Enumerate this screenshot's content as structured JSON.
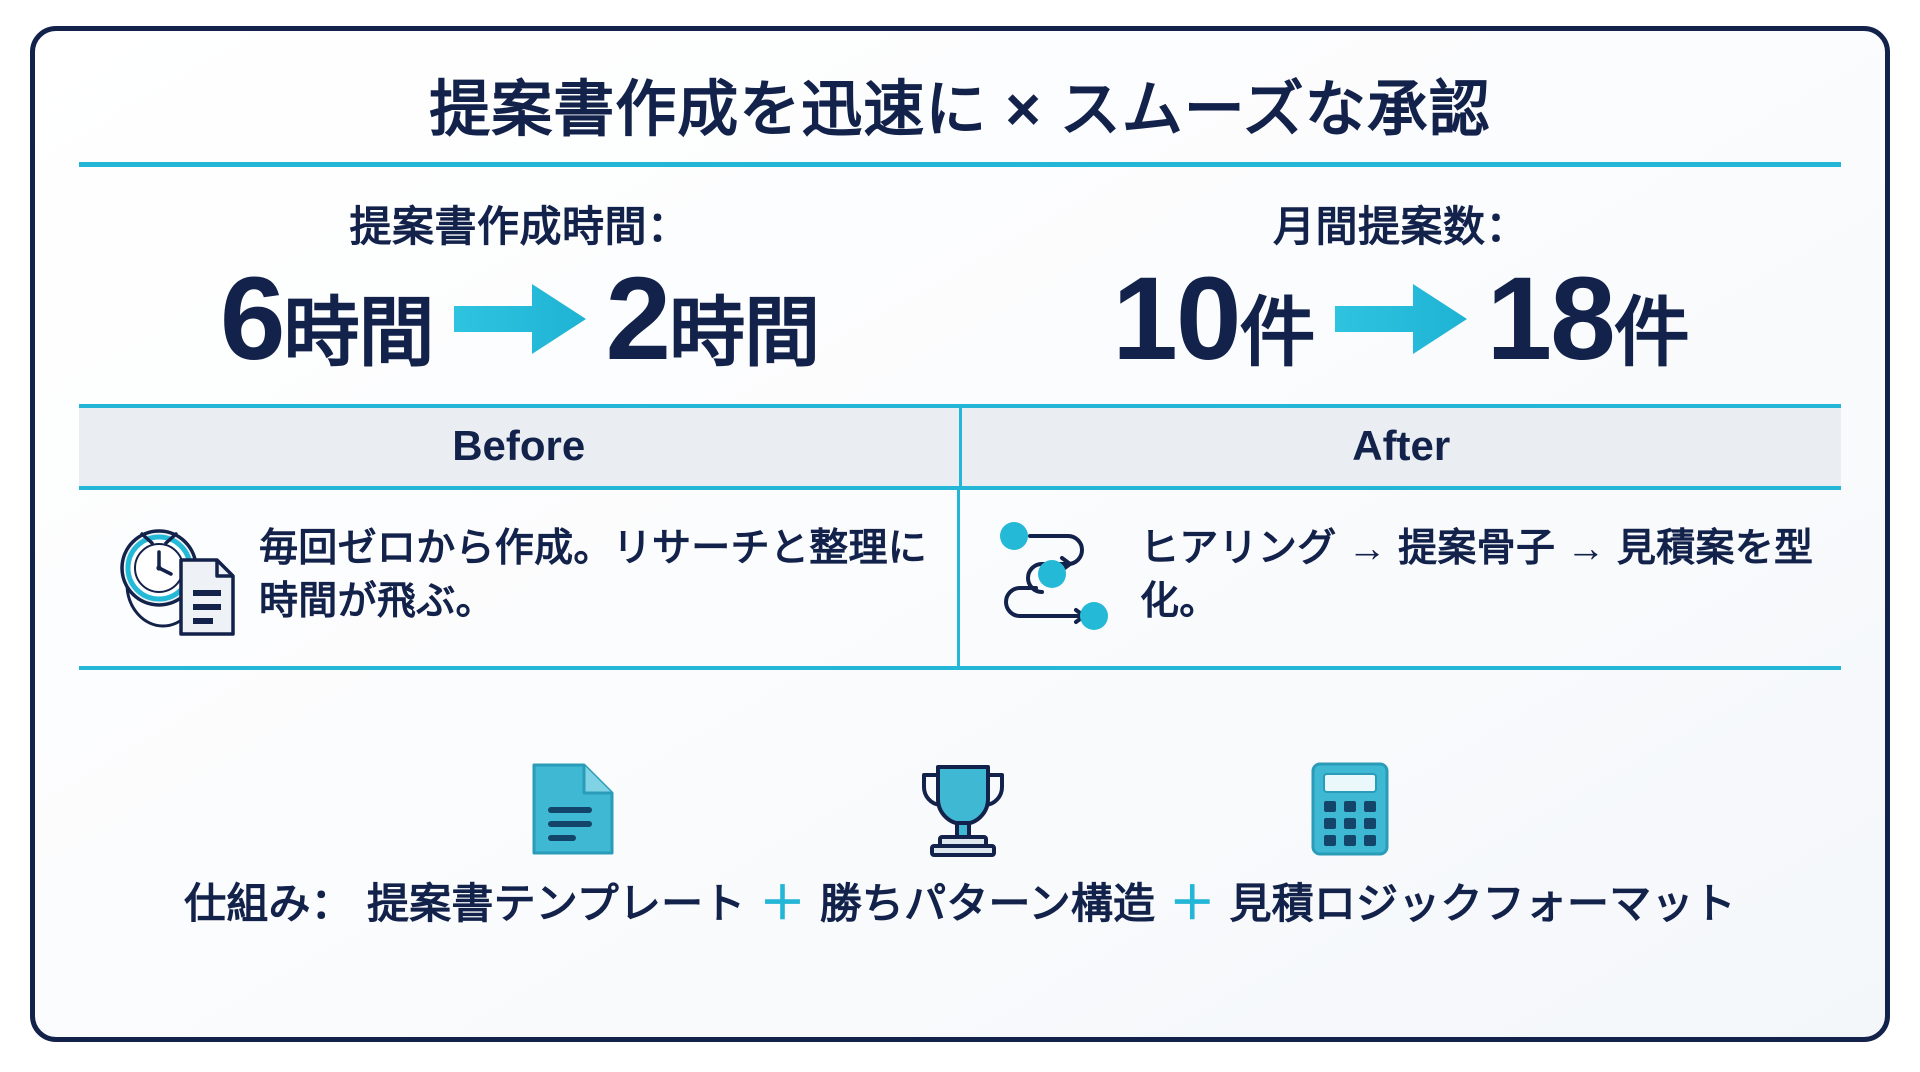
{
  "title": "提案書作成を迅速に × スムーズな承認",
  "accent_color": "#23b6d6",
  "navy_color": "#13224a",
  "stats": [
    {
      "label": "提案書作成時間：",
      "before_num": "6",
      "before_unit": "時間",
      "arrow": "right-arrow-icon",
      "after_num": "2",
      "after_unit": "時間"
    },
    {
      "label": "月間提案数：",
      "before_num": "10",
      "before_unit": "件",
      "arrow": "right-arrow-icon",
      "after_num": "18",
      "after_unit": "件"
    }
  ],
  "compare": {
    "headers": [
      "Before",
      "After"
    ],
    "rows": [
      {
        "icon": "clock-document-icon",
        "text": "毎回ゼロから作成。リサーチと整理に時間が飛ぶ。"
      },
      {
        "icon": "workflow-nodes-icon",
        "text": "ヒアリング → 提案骨子 → 見積案を型化。"
      }
    ]
  },
  "footer": {
    "icons": [
      "document-icon",
      "trophy-icon",
      "calculator-icon"
    ],
    "prefix": "仕組み：",
    "items": [
      "提案書テンプレート",
      "勝ちパターン構造",
      "見積ロジックフォーマット"
    ],
    "separator": "＋"
  }
}
